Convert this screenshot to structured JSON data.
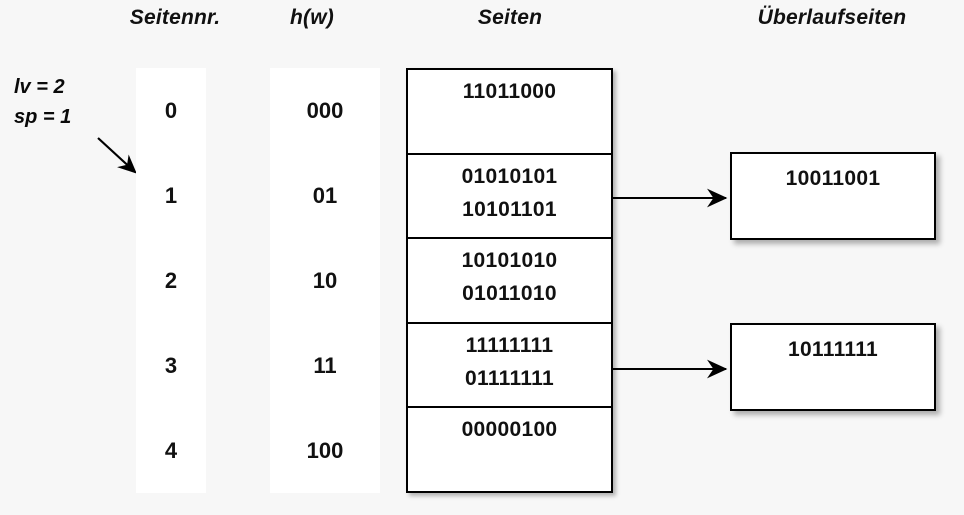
{
  "headers": {
    "seitennr": "Seitennr.",
    "hw": "h(w)",
    "seiten": "Seiten",
    "ueberlaufseiten": "Überlaufseiten"
  },
  "params": {
    "lv": "lv = 2",
    "sp": "sp = 1",
    "pointer_icon": "diagonal-arrow-icon"
  },
  "index": {
    "page_numbers": [
      "0",
      "1",
      "2",
      "3",
      "4"
    ],
    "hash_values": [
      "000",
      "01",
      "10",
      "11",
      "100"
    ]
  },
  "pages": [
    {
      "page_no": "0",
      "entries": [
        "11011000"
      ]
    },
    {
      "page_no": "1",
      "entries": [
        "01010101",
        "10101101"
      ]
    },
    {
      "page_no": "2",
      "entries": [
        "10101010",
        "01011010"
      ]
    },
    {
      "page_no": "3",
      "entries": [
        "11111111",
        "01111111"
      ]
    },
    {
      "page_no": "4",
      "entries": [
        "00000100"
      ]
    }
  ],
  "overflow_pages": [
    {
      "from_page": "1",
      "entries": [
        "10011001"
      ]
    },
    {
      "from_page": "3",
      "entries": [
        "10111111"
      ]
    }
  ],
  "colors": {
    "background": "#f7f7f7",
    "surface": "#ffffff",
    "stroke": "#000000",
    "text": "#111111"
  }
}
